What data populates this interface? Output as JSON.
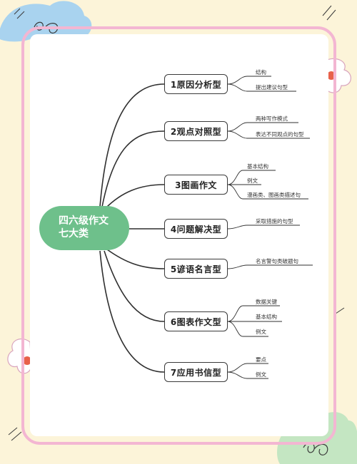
{
  "mindmap": {
    "root": {
      "line1": "四六级作文",
      "line2": "七大类"
    },
    "branches": [
      {
        "label": "1原因分析型",
        "leaves": [
          "结构",
          "提出建议句型"
        ]
      },
      {
        "label": "2观点对照型",
        "leaves": [
          "两种写作模式",
          "表达不同观点的句型"
        ]
      },
      {
        "label": "3图画作文",
        "leaves": [
          "基本结构",
          "例文",
          "漫画类、图画类描述句"
        ]
      },
      {
        "label": "4问题解决型",
        "leaves": [
          "采取措施的句型"
        ]
      },
      {
        "label": "5谚语名言型",
        "leaves": [
          "名言警句类破题句"
        ]
      },
      {
        "label": "6图表作文型",
        "leaves": [
          "数据关键",
          "基本结构",
          "例文"
        ]
      },
      {
        "label": "7应用书信型",
        "leaves": [
          "要点",
          "例文"
        ]
      }
    ]
  },
  "colors": {
    "background": "#fcf4d9",
    "frame": "#f3b6d2",
    "root_fill": "#6ec08b",
    "line": "#2f2f2f",
    "deco_blue": "#a9d3ef",
    "deco_green": "#c4e6c2",
    "deco_red": "#e8614a"
  },
  "decorations": [
    "cloud-blue-top-left",
    "flower-right-top",
    "flower-left-bottom",
    "cloud-green-bottom-right",
    "stroke-marks"
  ]
}
